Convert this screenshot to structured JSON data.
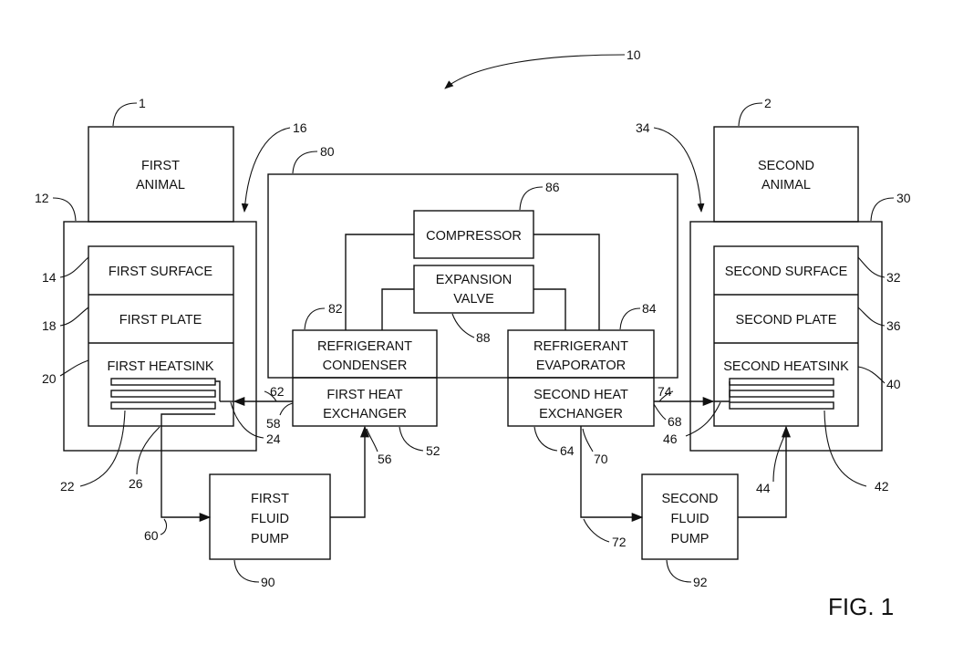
{
  "figure_label": "FIG. 1",
  "blocks": {
    "first_animal": [
      "FIRST",
      "ANIMAL"
    ],
    "second_animal": [
      "SECOND",
      "ANIMAL"
    ],
    "first_surface": "FIRST SURFACE",
    "first_plate": "FIRST PLATE",
    "first_heatsink": "FIRST HEATSINK",
    "second_surface": "SECOND SURFACE",
    "second_plate": "SECOND PLATE",
    "second_heatsink": "SECOND HEATSINK",
    "compressor": "COMPRESSOR",
    "expansion_valve": [
      "EXPANSION",
      "VALVE"
    ],
    "refrigerant_condenser": [
      "REFRIGERANT",
      "CONDENSER"
    ],
    "first_heat_exchanger": [
      "FIRST HEAT",
      "EXCHANGER"
    ],
    "refrigerant_evaporator": [
      "REFRIGERANT",
      "EVAPORATOR"
    ],
    "second_heat_exchanger": [
      "SECOND HEAT",
      "EXCHANGER"
    ],
    "first_fluid_pump": [
      "FIRST",
      "FLUID",
      "PUMP"
    ],
    "second_fluid_pump": [
      "SECOND",
      "FLUID",
      "PUMP"
    ]
  },
  "refs": {
    "r10": "10",
    "r1": "1",
    "r2": "2",
    "r16": "16",
    "r34": "34",
    "r80": "80",
    "r86": "86",
    "r12": "12",
    "r30": "30",
    "r14": "14",
    "r18": "18",
    "r20": "20",
    "r32": "32",
    "r36": "36",
    "r40": "40",
    "r82": "82",
    "r84": "84",
    "r88": "88",
    "r62": "62",
    "r58": "58",
    "r24": "24",
    "r74": "74",
    "r68": "68",
    "r46": "46",
    "r22": "22",
    "r26": "26",
    "r56": "56",
    "r52": "52",
    "r64": "64",
    "r70": "70",
    "r42": "42",
    "r44": "44",
    "r60": "60",
    "r72": "72",
    "r90": "90",
    "r92": "92"
  }
}
